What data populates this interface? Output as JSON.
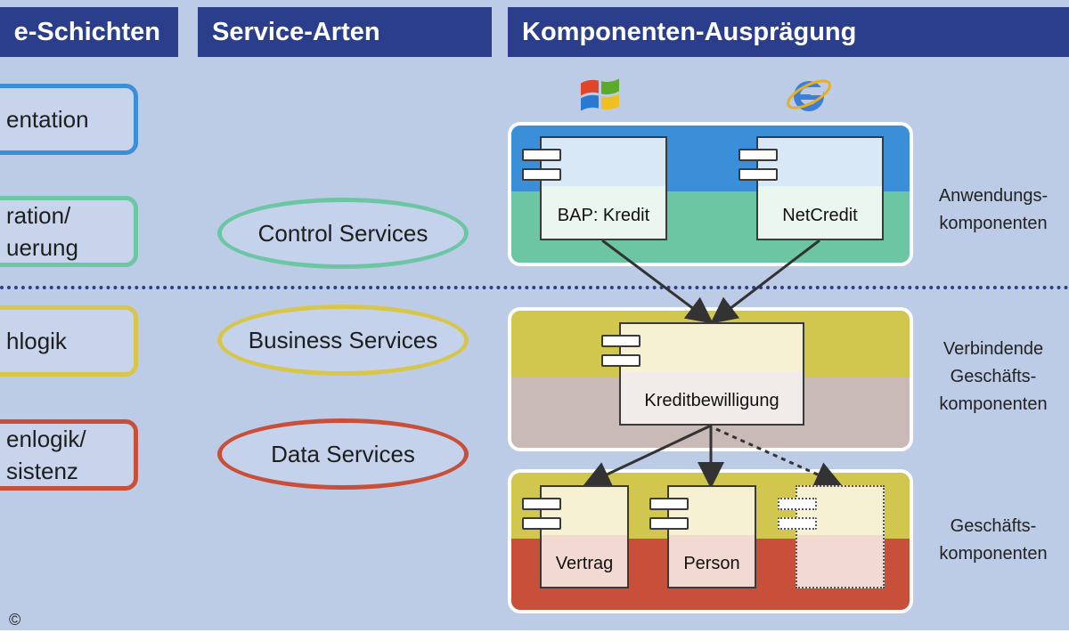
{
  "headers": {
    "col1": "e-Schichten",
    "col2": "Service-Arten",
    "col3": "Komponenten-Ausprägung"
  },
  "layers": {
    "presentation": "entation",
    "integration_line1": "ration/",
    "integration_line2": "uerung",
    "business_logic": "hlogik",
    "data_line1": "enlogik/",
    "data_line2": "sistenz"
  },
  "services": {
    "control": "Control Services",
    "business": "Business Services",
    "data": "Data Services"
  },
  "components": {
    "bap": "BAP: Kredit",
    "netcredit": "NetCredit",
    "kreditbewilligung": "Kreditbewilligung",
    "vertrag": "Vertrag",
    "person": "Person"
  },
  "side_labels": {
    "anwendung_line1": "Anwendungs-",
    "anwendung_line2": "komponenten",
    "verbindende_line1": "Verbindende",
    "verbindende_line2": "Geschäfts-",
    "verbindende_line3": "komponenten",
    "geschaeft_line1": "Geschäfts-",
    "geschaeft_line2": "komponenten"
  },
  "copyright": "©",
  "icons": {
    "windows": "windows-logo-icon",
    "ie": "internet-explorer-icon"
  },
  "colors": {
    "header_bg": "#2a3e8c",
    "canvas_bg": "#bccbe6",
    "presentation": "#3a8fd8",
    "integration": "#6cc6a4",
    "business": "#d8c64a",
    "data": "#c8503a"
  }
}
